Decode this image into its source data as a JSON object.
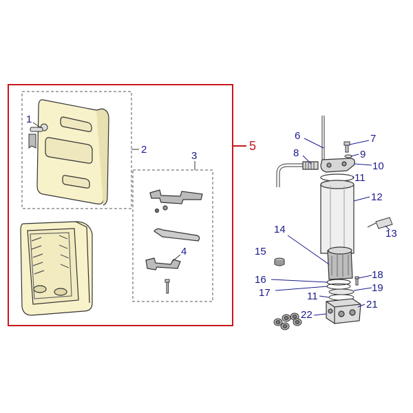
{
  "colors": {
    "frame": "#c8161d",
    "callout": "#1a1a8c",
    "housing_fill": "#f7f2c9",
    "line": "#333333",
    "leader": "#1a1a8c"
  },
  "callouts": {
    "c1": "1",
    "c2": "2",
    "c3": "3",
    "c4": "4",
    "c5": "5",
    "c6": "6",
    "c7": "7",
    "c8": "8",
    "c9": "9",
    "c10": "10",
    "c11a": "11",
    "c11b": "11",
    "c12": "12",
    "c13": "13",
    "c14": "14",
    "c15": "15",
    "c16": "16",
    "c17": "17",
    "c18": "18",
    "c19": "19",
    "c21": "21",
    "c22": "22"
  }
}
